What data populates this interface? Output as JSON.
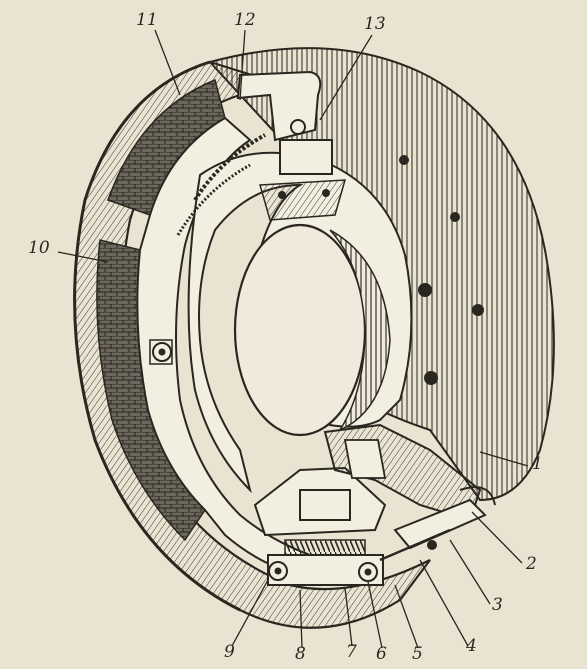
{
  "figure": {
    "ink_color": "#2b2720",
    "paper_color": "#e9e4d2",
    "lining_color": "#5a564c",
    "callouts": [
      {
        "id": "c1",
        "label": "1"
      },
      {
        "id": "c2",
        "label": "2"
      },
      {
        "id": "c3",
        "label": "3"
      },
      {
        "id": "c4",
        "label": "4"
      },
      {
        "id": "c5",
        "label": "5"
      },
      {
        "id": "c6",
        "label": "6"
      },
      {
        "id": "c7",
        "label": "7"
      },
      {
        "id": "c8",
        "label": "8"
      },
      {
        "id": "c9",
        "label": "9"
      },
      {
        "id": "c10",
        "label": "10"
      },
      {
        "id": "c11",
        "label": "11"
      },
      {
        "id": "c12",
        "label": "12"
      },
      {
        "id": "c13",
        "label": "13"
      }
    ]
  }
}
